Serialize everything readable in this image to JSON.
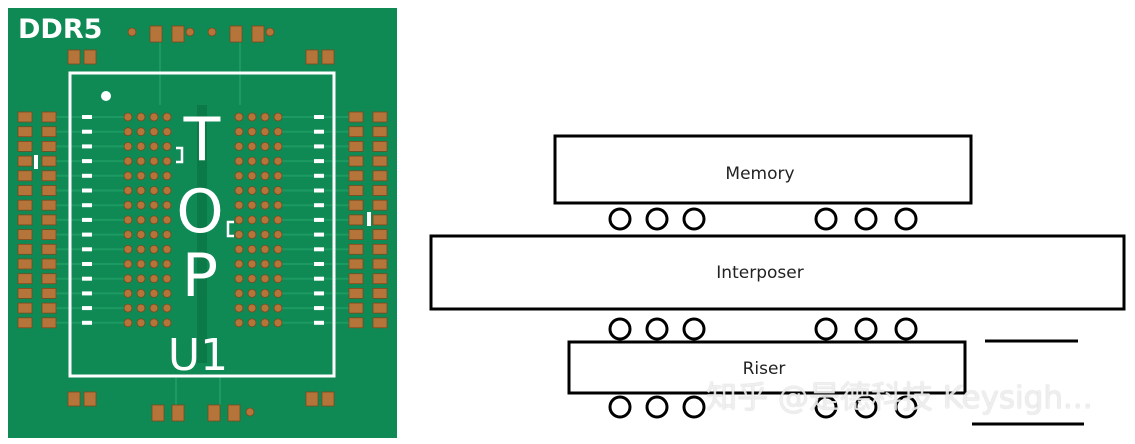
{
  "board": {
    "corner_label": "DDR5",
    "vertical_text": [
      "T",
      "O",
      "P"
    ],
    "designator": "U1",
    "colors": {
      "pcb": "#0f8a55",
      "pcb_dark": "#0c7a48",
      "pad": "#b5753a",
      "pad_edge": "#7a4a1e",
      "silk": "#ffffff",
      "trace": "#1d9a62"
    }
  },
  "stack": {
    "memory_label": "Memory",
    "interposer_label": "Interposer",
    "riser_label": "Riser"
  },
  "watermark": "知乎 @是德科技 Keysigh..."
}
